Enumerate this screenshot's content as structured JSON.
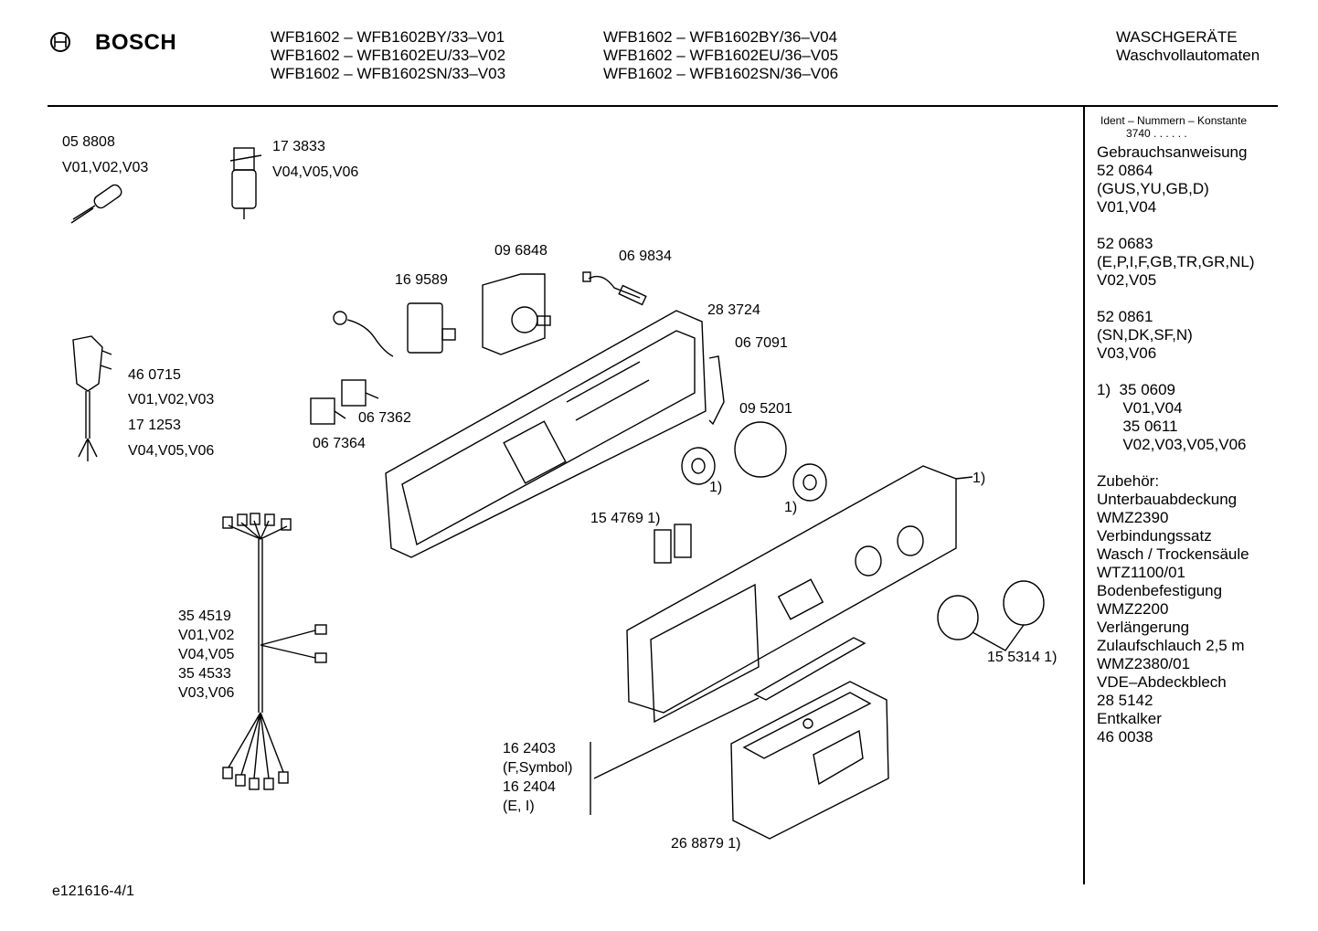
{
  "brand": {
    "name": "BOSCH",
    "logo_icon": "bosch-armature-icon"
  },
  "models_col1": [
    "WFB1602 – WFB1602BY/33–V01",
    "WFB1602 – WFB1602EU/33–V02",
    "WFB1602 – WFB1602SN/33–V03"
  ],
  "models_col2": [
    "WFB1602 – WFB1602BY/36–V04",
    "WFB1602 – WFB1602EU/36–V05",
    "WFB1602 – WFB1602SN/36–V06"
  ],
  "category": {
    "line1": "WASCHGERÄTE",
    "line2": "Waschvollautomaten"
  },
  "sidebar": {
    "ident_header": "Ident – Nummern – Konstante",
    "ident_const": "3740 . . . . . .",
    "lines": [
      "Gebrauchsanweisung",
      "52 0864",
      "(GUS,YU,GB,D)",
      "V01,V04",
      "",
      "52 0683",
      "(E,P,I,F,GB,TR,GR,NL)",
      "V02,V05",
      "",
      "52 0861",
      "(SN,DK,SF,N)",
      "V03,V06",
      "",
      "1)  35 0609",
      "      V01,V04",
      "      35 0611",
      "      V02,V03,V05,V06",
      "",
      "Zubehör:",
      "Unterbauabdeckung",
      "WMZ2390",
      "Verbindungssatz",
      "Wasch / Trockensäule",
      "WTZ1100/01",
      "Bodenbefestigung",
      "WMZ2200",
      "Verlängerung",
      "Zulaufschlauch 2,5 m",
      "WMZ2380/01",
      "VDE–Abdeckblech",
      "28 5142",
      "Entkalker",
      "46 0038"
    ]
  },
  "labels": {
    "p058808": "05 8808",
    "p058808_v": "V01,V02,V03",
    "p173833": "17 3833",
    "p173833_v": "V04,V05,V06",
    "p460715": "46 0715",
    "p460715_v": "V01,V02,V03",
    "p171253": "17 1253",
    "p171253_v": "V04,V05,V06",
    "p096848": "09 6848",
    "p069834": "06 9834",
    "p169589": "16 9589",
    "p283724": "28 3724",
    "p067091": "06 7091",
    "p067362": "06 7362",
    "p067364": "06 7364",
    "p095201": "09 5201",
    "fn1a": "1)",
    "fn1b": "1)",
    "fn1c": "1)",
    "p154769": "15 4769 1)",
    "p354519": "35 4519",
    "p354519_v1": "V01,V02",
    "p354519_v2": "V04,V05",
    "p354533": "35 4533",
    "p354533_v": "V03,V06",
    "p155314": "15 5314 1)",
    "p162403": "16 2403",
    "p162403_n": "(F,Symbol)",
    "p162404": "16 2404",
    "p162404_n": "(E, I)",
    "p268879": "26 8879 1)"
  },
  "footer": {
    "drawing_id": "e121616-4/1"
  }
}
